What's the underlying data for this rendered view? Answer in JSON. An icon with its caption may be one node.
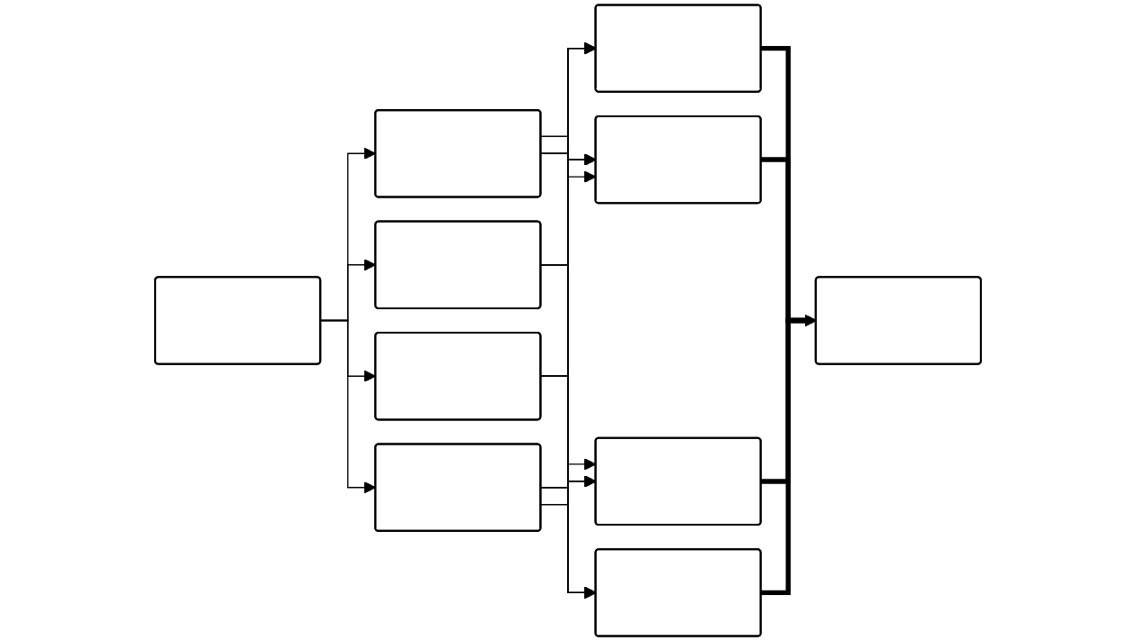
{
  "diagram": {
    "nodes": [
      {
        "text": [],
        "shape": "box"
      },
      {
        "text": [],
        "shape": "box"
      },
      {
        "text": [],
        "shape": "box"
      },
      {
        "text": [],
        "shape": "box"
      },
      {
        "text": [],
        "shape": "box"
      },
      {
        "text": [],
        "shape": "box"
      },
      {
        "text": [],
        "shape": "box"
      },
      {
        "text": [],
        "shape": "box"
      },
      {
        "text": [],
        "shape": "box"
      },
      {
        "text": [],
        "shape": "box"
      }
    ],
    "edges": [
      {
        "from": 0,
        "to": 1,
        "arrow": "to"
      },
      {
        "from": 0,
        "to": 2,
        "arrow": "to"
      },
      {
        "from": 0,
        "to": 3,
        "arrow": "to"
      },
      {
        "from": 0,
        "to": 4,
        "arrow": "to"
      },
      {
        "from": 1,
        "to": 5,
        "arrow": "to"
      },
      {
        "from": 1,
        "to": 6,
        "arrow": "to"
      },
      {
        "from": 1,
        "to": 7,
        "arrow": "to"
      },
      {
        "from": 1,
        "to": 8,
        "arrow": "to"
      },
      {
        "from": 2,
        "to": 5,
        "arrow": "to"
      },
      {
        "from": 2,
        "to": 6,
        "arrow": "to"
      },
      {
        "from": 2,
        "to": 7,
        "arrow": "to"
      },
      {
        "from": 2,
        "to": 8,
        "arrow": "to"
      },
      {
        "from": 3,
        "to": 5,
        "arrow": "to"
      },
      {
        "from": 3,
        "to": 6,
        "arrow": "to"
      },
      {
        "from": 3,
        "to": 7,
        "arrow": "to"
      },
      {
        "from": 3,
        "to": 8,
        "arrow": "to"
      },
      {
        "from": 4,
        "to": 5,
        "arrow": "to"
      },
      {
        "from": 4,
        "to": 6,
        "arrow": "to"
      },
      {
        "from": 4,
        "to": 7,
        "arrow": "to"
      },
      {
        "from": 4,
        "to": 8,
        "arrow": "to"
      },
      {
        "from": 5,
        "to": 9,
        "arrow": "to",
        "style": "thick"
      },
      {
        "from": 6,
        "to": 9,
        "arrow": "to",
        "style": "thick"
      },
      {
        "from": 7,
        "to": 9,
        "arrow": "to",
        "style": "thick"
      },
      {
        "from": 8,
        "to": 9,
        "arrow": "to",
        "style": "thick"
      }
    ]
  }
}
